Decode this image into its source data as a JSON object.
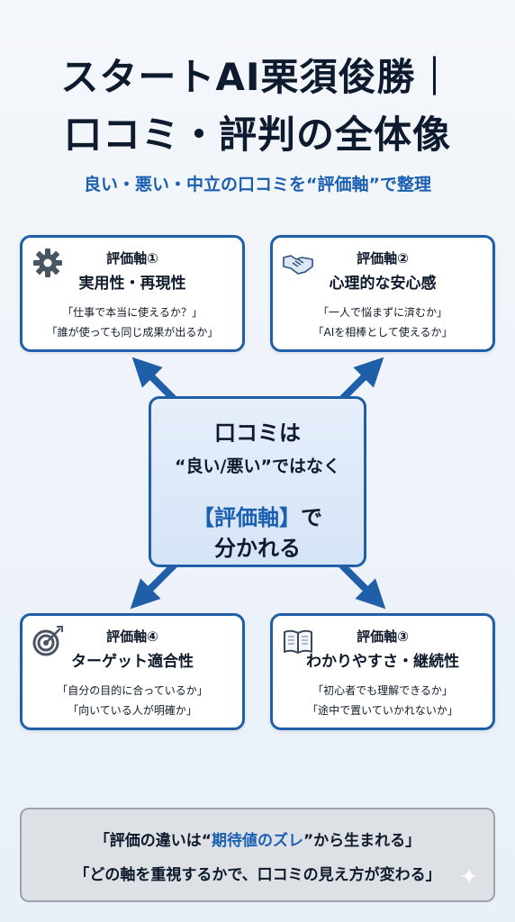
{
  "header": {
    "title_line1": "スタートAI栗須俊勝｜",
    "title_line2": "口コミ・評判の全体像",
    "subtitle": "良い・悪い・中立の口コミを“評価軸”で整理"
  },
  "cards": [
    {
      "axis": "評価軸①",
      "name": "実用性・再現性",
      "q1": "「仕事で本当に使えるか？」",
      "q2": "「誰が使っても同じ成果が出るか」",
      "icon": "gear-icon"
    },
    {
      "axis": "評価軸②",
      "name": "心理的な安心感",
      "q1": "「一人で悩まずに済むか」",
      "q2": "「AIを相棒として使えるか」",
      "icon": "handshake-icon"
    },
    {
      "axis": "評価軸③",
      "name": "わかりやすさ・継続性",
      "q1": "「初心者でも理解できるか」",
      "q2": "「途中で置いていかれないか」",
      "icon": "book-icon"
    },
    {
      "axis": "評価軸④",
      "name": "ターゲット適合性",
      "q1": "「自分の目的に合っているか」",
      "q2": "「向いている人が明確か」",
      "icon": "target-icon"
    }
  ],
  "center": {
    "line1": "口コミは",
    "line2": "“良い/悪い”ではなく",
    "line3_accent": "【評価軸】",
    "line3_rest": "で",
    "line4": "分かれる"
  },
  "footer": {
    "line1_pre": "「評価の違いは“",
    "line1_accent": "期待値のズレ",
    "line1_post": "”から生まれる」",
    "line2": "「どの軸を重視するかで、口コミの見え方が変わる」"
  },
  "colors": {
    "accent": "#1a5fb0",
    "border": "#1f5ea8",
    "text": "#0f1a2c"
  }
}
